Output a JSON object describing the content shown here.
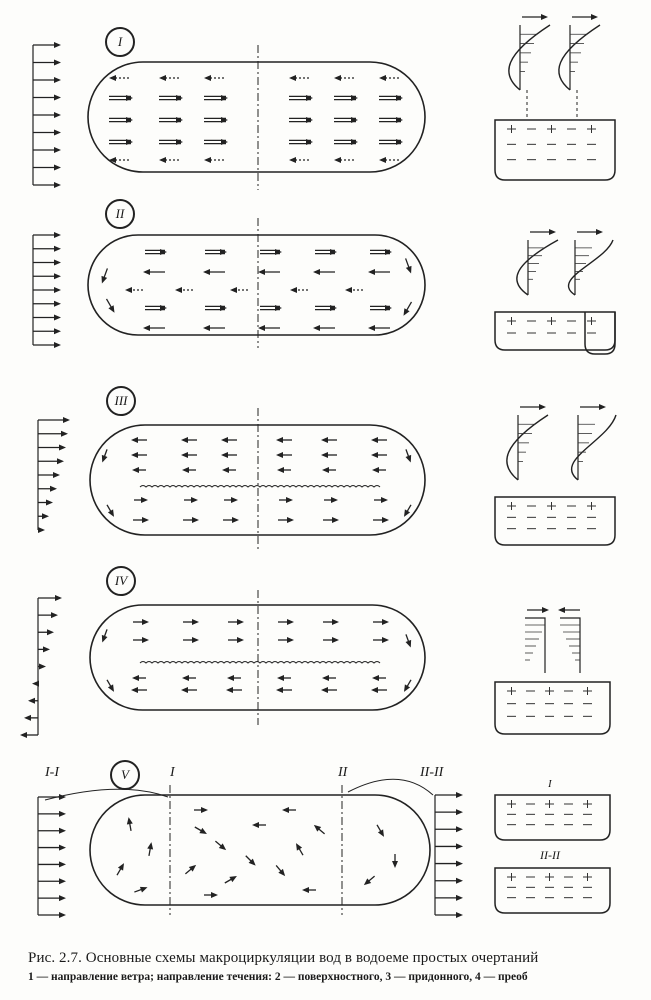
{
  "schemes": [
    {
      "label": "I"
    },
    {
      "label": "II"
    },
    {
      "label": "III"
    },
    {
      "label": "IV"
    },
    {
      "label": "V"
    }
  ],
  "sections": {
    "left_section": "I-I",
    "left_line": "I",
    "right_line": "II",
    "right_section": "II-II",
    "lower_box_label": "II-II",
    "upper_box_label": "I"
  },
  "caption": {
    "title": "Рис. 2.7. Основные схемы макроциркуляции вод в водоеме простых очертаний",
    "legend": "1 — направление ветра; направление течения: 2 — поверхностного, 3 — придонного, 4 — преоб"
  }
}
